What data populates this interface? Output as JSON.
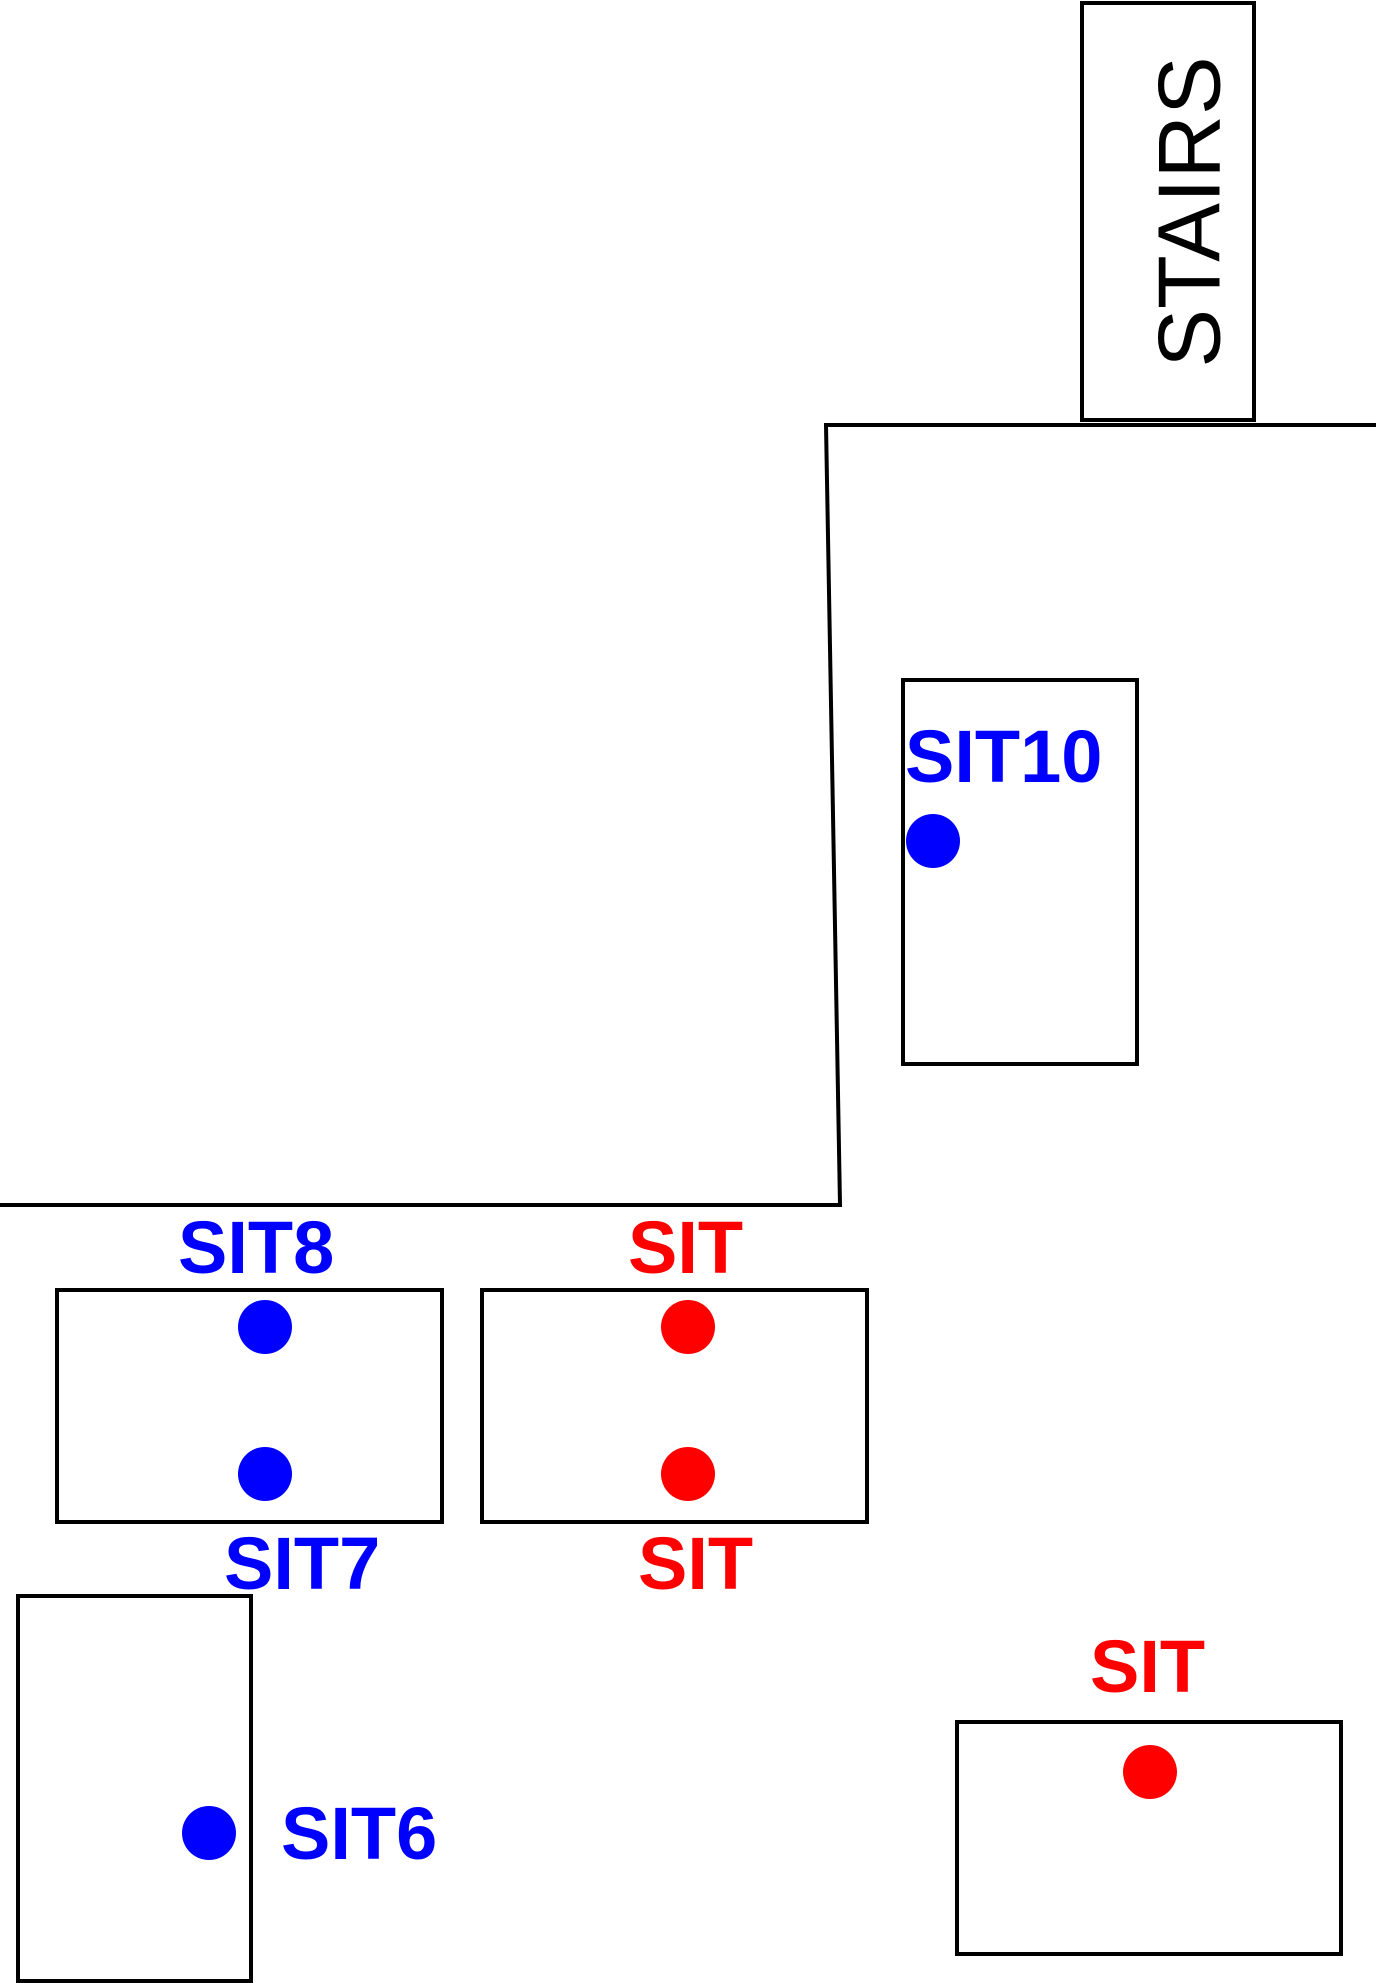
{
  "colors": {
    "line": "#000000",
    "occupied_seat": "#0000ff",
    "open_seat": "#ff0000"
  },
  "stairs": {
    "label": "STAIRS"
  },
  "seat_labels": {
    "sit10": "SIT10",
    "sit8": "SIT8",
    "sit7": "SIT7",
    "sit6": "SIT6",
    "sit_top": "SIT",
    "sit_bottom": "SIT",
    "sit_right": "SIT"
  }
}
